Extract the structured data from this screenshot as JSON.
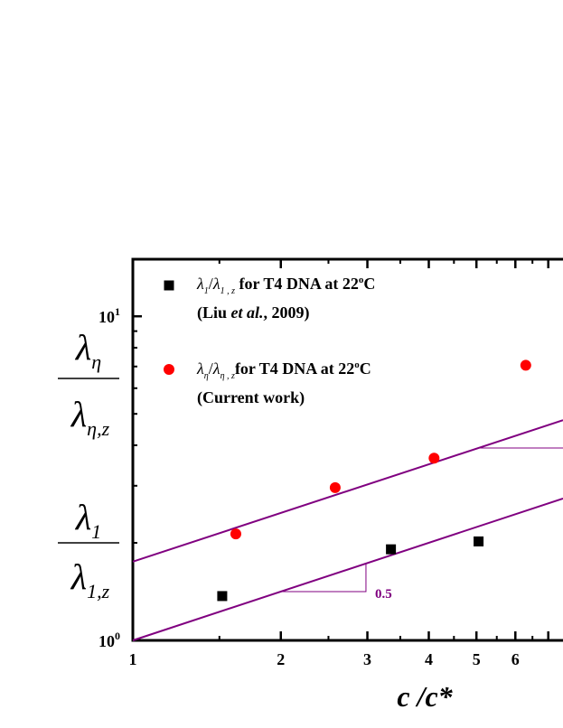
{
  "chart_data": {
    "type": "scatter",
    "x_scale": "log",
    "y_scale": "log",
    "xlim": [
      1,
      7.5
    ],
    "ylim": [
      1,
      15
    ],
    "x_ticks": [
      {
        "value": 1,
        "label": "1"
      },
      {
        "value": 2,
        "label": "2"
      },
      {
        "value": 3,
        "label": "3"
      },
      {
        "value": 4,
        "label": "4"
      },
      {
        "value": 5,
        "label": "5"
      },
      {
        "value": 6,
        "label": "6"
      }
    ],
    "y_ticks": [
      {
        "value": 1,
        "base": "10",
        "exp": "0"
      },
      {
        "value": 10,
        "base": "10",
        "exp": "1"
      }
    ],
    "xlabel": "c /c*",
    "ylabel_top": {
      "num": "λ",
      "num_sub": "η",
      "den": "λ",
      "den_sub": "η,z"
    },
    "ylabel_bottom": {
      "num": "λ",
      "num_sub": "1",
      "den": "λ",
      "den_sub": "1,z"
    },
    "series": [
      {
        "marker": "square",
        "color": "#000000",
        "legend": {
          "num": "λ",
          "num_sub": "1",
          "den": "λ",
          "den_sub": "1 , z",
          "text": " for T4 DNA at 22",
          "deg": "o",
          "unit": "C",
          "line2_pre": "(Liu ",
          "line2_em": "et al.",
          "line2_post": ", 2009)"
        },
        "points": [
          [
            1.52,
            1.37
          ],
          [
            3.35,
            1.91
          ],
          [
            5.05,
            2.02
          ]
        ]
      },
      {
        "marker": "circle",
        "color": "#ff0000",
        "legend": {
          "num": "λ",
          "num_sub": "η",
          "den": "λ",
          "den_sub": "η , z",
          "text": "for T4 DNA at 22",
          "deg": "o",
          "unit": "C",
          "line2_pre": "(Current work)",
          "line2_em": "",
          "line2_post": ""
        },
        "points": [
          [
            1.62,
            2.13
          ],
          [
            2.58,
            2.96
          ],
          [
            4.1,
            3.65
          ],
          [
            6.3,
            7.06
          ]
        ]
      }
    ],
    "fit_lines": [
      {
        "color": "#800080",
        "x": [
          1,
          7.5
        ],
        "y": [
          1.75,
          4.78
        ]
      },
      {
        "color": "#800080",
        "x": [
          1,
          7.5
        ],
        "y": [
          1.0,
          2.74
        ]
      }
    ],
    "slope_annotation": {
      "label": "0.5",
      "color": "#800080"
    },
    "grid": false,
    "legend_position": "top-left"
  }
}
